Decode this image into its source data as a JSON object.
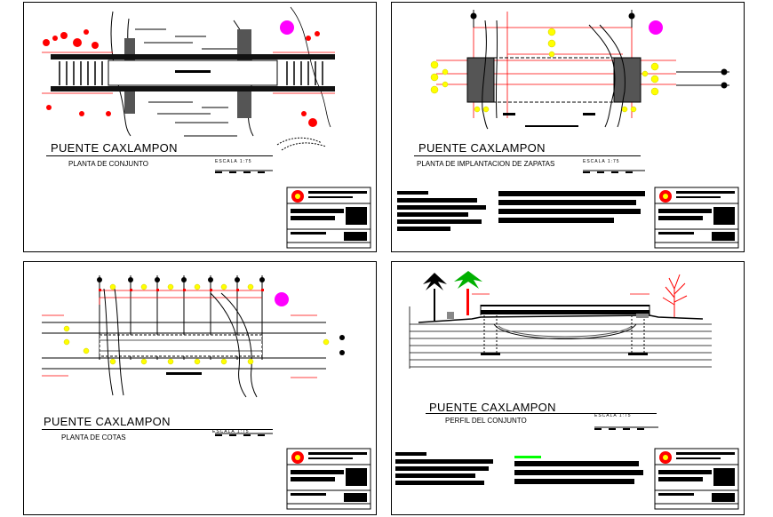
{
  "sheets": [
    {
      "title": "PUENTE CAXLAMPON",
      "subtitle": "PLANTA DE CONJUNTO",
      "scale": "ESCALA 1:75"
    },
    {
      "title": "PUENTE CAXLAMPON",
      "subtitle": "PLANTA DE  IMPLANTACION DE ZAPATAS",
      "scale": "ESCALA 1:75"
    },
    {
      "title": "PUENTE CAXLAMPON",
      "subtitle": "PLANTA DE COTAS",
      "scale": "ESCALA 1:75"
    },
    {
      "title": "PUENTE CAXLAMPON",
      "subtitle": "PERFIL DEL CONJUNTO",
      "scale": "ESCALA 1:75"
    }
  ],
  "colors": {
    "red": "#ff0000",
    "yellow": "#ffff00",
    "magenta": "#ff00ff",
    "green": "#00ff00",
    "gray": "#808080"
  }
}
